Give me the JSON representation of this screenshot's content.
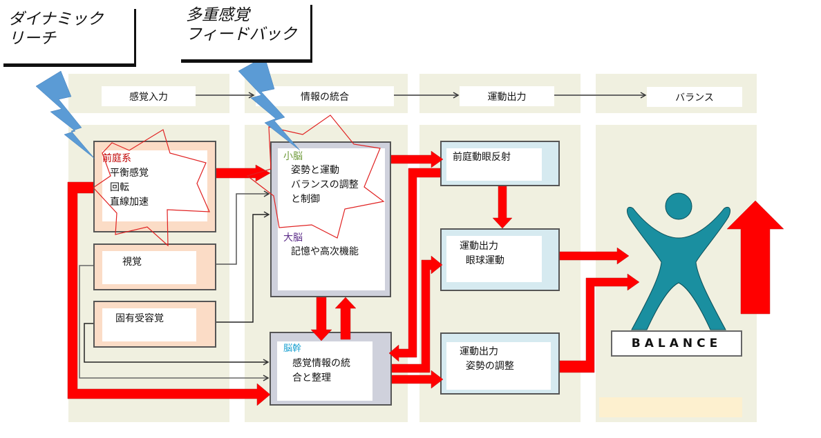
{
  "callouts": {
    "dynamic_reach": "ダイナミック\nリーチ",
    "multisensory_feedback": "多重感覚\nフィードバック"
  },
  "headers": {
    "sensory_input": "感覚入力",
    "integration": "情報の統合",
    "motor_output": "運動出力",
    "balance": "バランス"
  },
  "sensory": {
    "vestibular": {
      "title": "前庭系",
      "lines": "平衡感覚\n回転\n直線加速"
    },
    "vision": {
      "title": "視覚"
    },
    "proprioception": {
      "title": "固有受容覚"
    }
  },
  "integration": {
    "cerebellum": {
      "title": "小脳",
      "lines": "姿勢と運動\nバランスの調整\nと制御"
    },
    "cerebrum": {
      "title": "大脳",
      "lines": "記憶や高次機能"
    },
    "brainstem": {
      "title": "脳幹",
      "lines": "感覚情報の統\n合と整理"
    }
  },
  "motor": {
    "vor": {
      "title": "前庭動眼反射"
    },
    "eye": {
      "lines": "運動出力\n  眼球運動"
    },
    "posture": {
      "lines": "運動出力\n  姿勢の調整"
    }
  },
  "balance_sign": "BALANCE",
  "colors": {
    "arrow_red": "#ff0000",
    "bolt_blue": "#5b9bd5",
    "figure_teal": "#1a8fa0",
    "column_bg": "#f0f0e0"
  }
}
